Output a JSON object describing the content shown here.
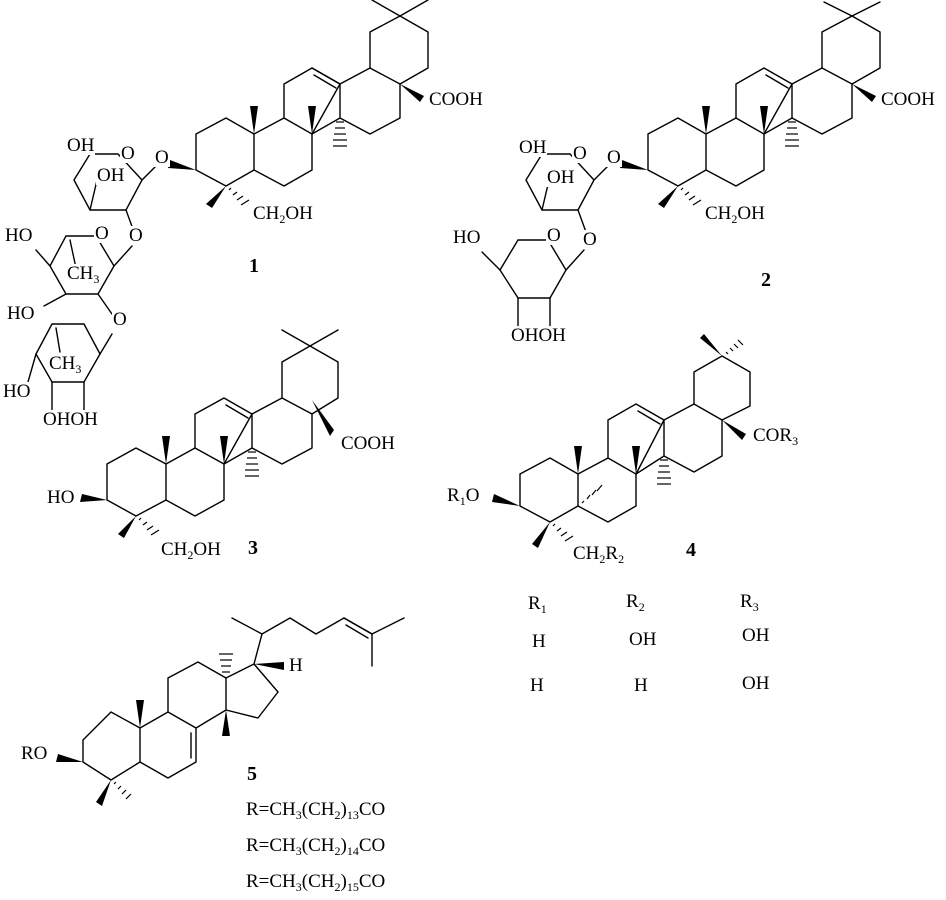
{
  "figure": {
    "type": "chemical-structures",
    "compounds": [
      {
        "id": "1",
        "labels": {
          "acid": "COOH",
          "hydroxymethyl": "CH2OH",
          "glycosidic_o": "O",
          "sugar1_oh_top": "OH",
          "sugar1_oh_mid": "OH",
          "sugar1_ring_o": "O",
          "link_o1": "O",
          "sugar2_ho": "HO",
          "sugar2_ring_o": "O",
          "sugar2_ch3": "CH3",
          "sugar2_ho2": "HO",
          "link_o2": "O",
          "sugar3_ch3": "CH3",
          "sugar3_ho": "HO",
          "sugar3_ohoh": "OHOH"
        }
      },
      {
        "id": "2",
        "labels": {
          "acid": "COOH",
          "hydroxymethyl": "CH2OH",
          "glycosidic_o": "O",
          "sugar1_oh_top": "OH",
          "sugar1_oh_mid": "OH",
          "sugar1_ring_o": "O",
          "link_o1": "O",
          "sugar2_ho": "HO",
          "sugar2_ring_o": "O",
          "sugar2_ohoh": "OHOH"
        }
      },
      {
        "id": "3",
        "labels": {
          "acid": "COOH",
          "hydroxyl": "HO",
          "hydroxymethyl": "CH2OH"
        }
      },
      {
        "id": "4",
        "labels": {
          "acid": "COR3",
          "ether": "R1O",
          "substituent": "CH2R2"
        },
        "substituent_table": {
          "headers": [
            "R1",
            "R2",
            "R3"
          ],
          "rows": [
            [
              "H",
              "OH",
              "OH"
            ],
            [
              "H",
              "H",
              "OH"
            ]
          ]
        }
      },
      {
        "id": "5",
        "labels": {
          "ester": "RO",
          "hydrogen": "H"
        },
        "r_groups": [
          "R=CH3(CH2)13CO",
          "R=CH3(CH2)14CO",
          "R=CH3(CH2)15CO"
        ]
      }
    ]
  }
}
